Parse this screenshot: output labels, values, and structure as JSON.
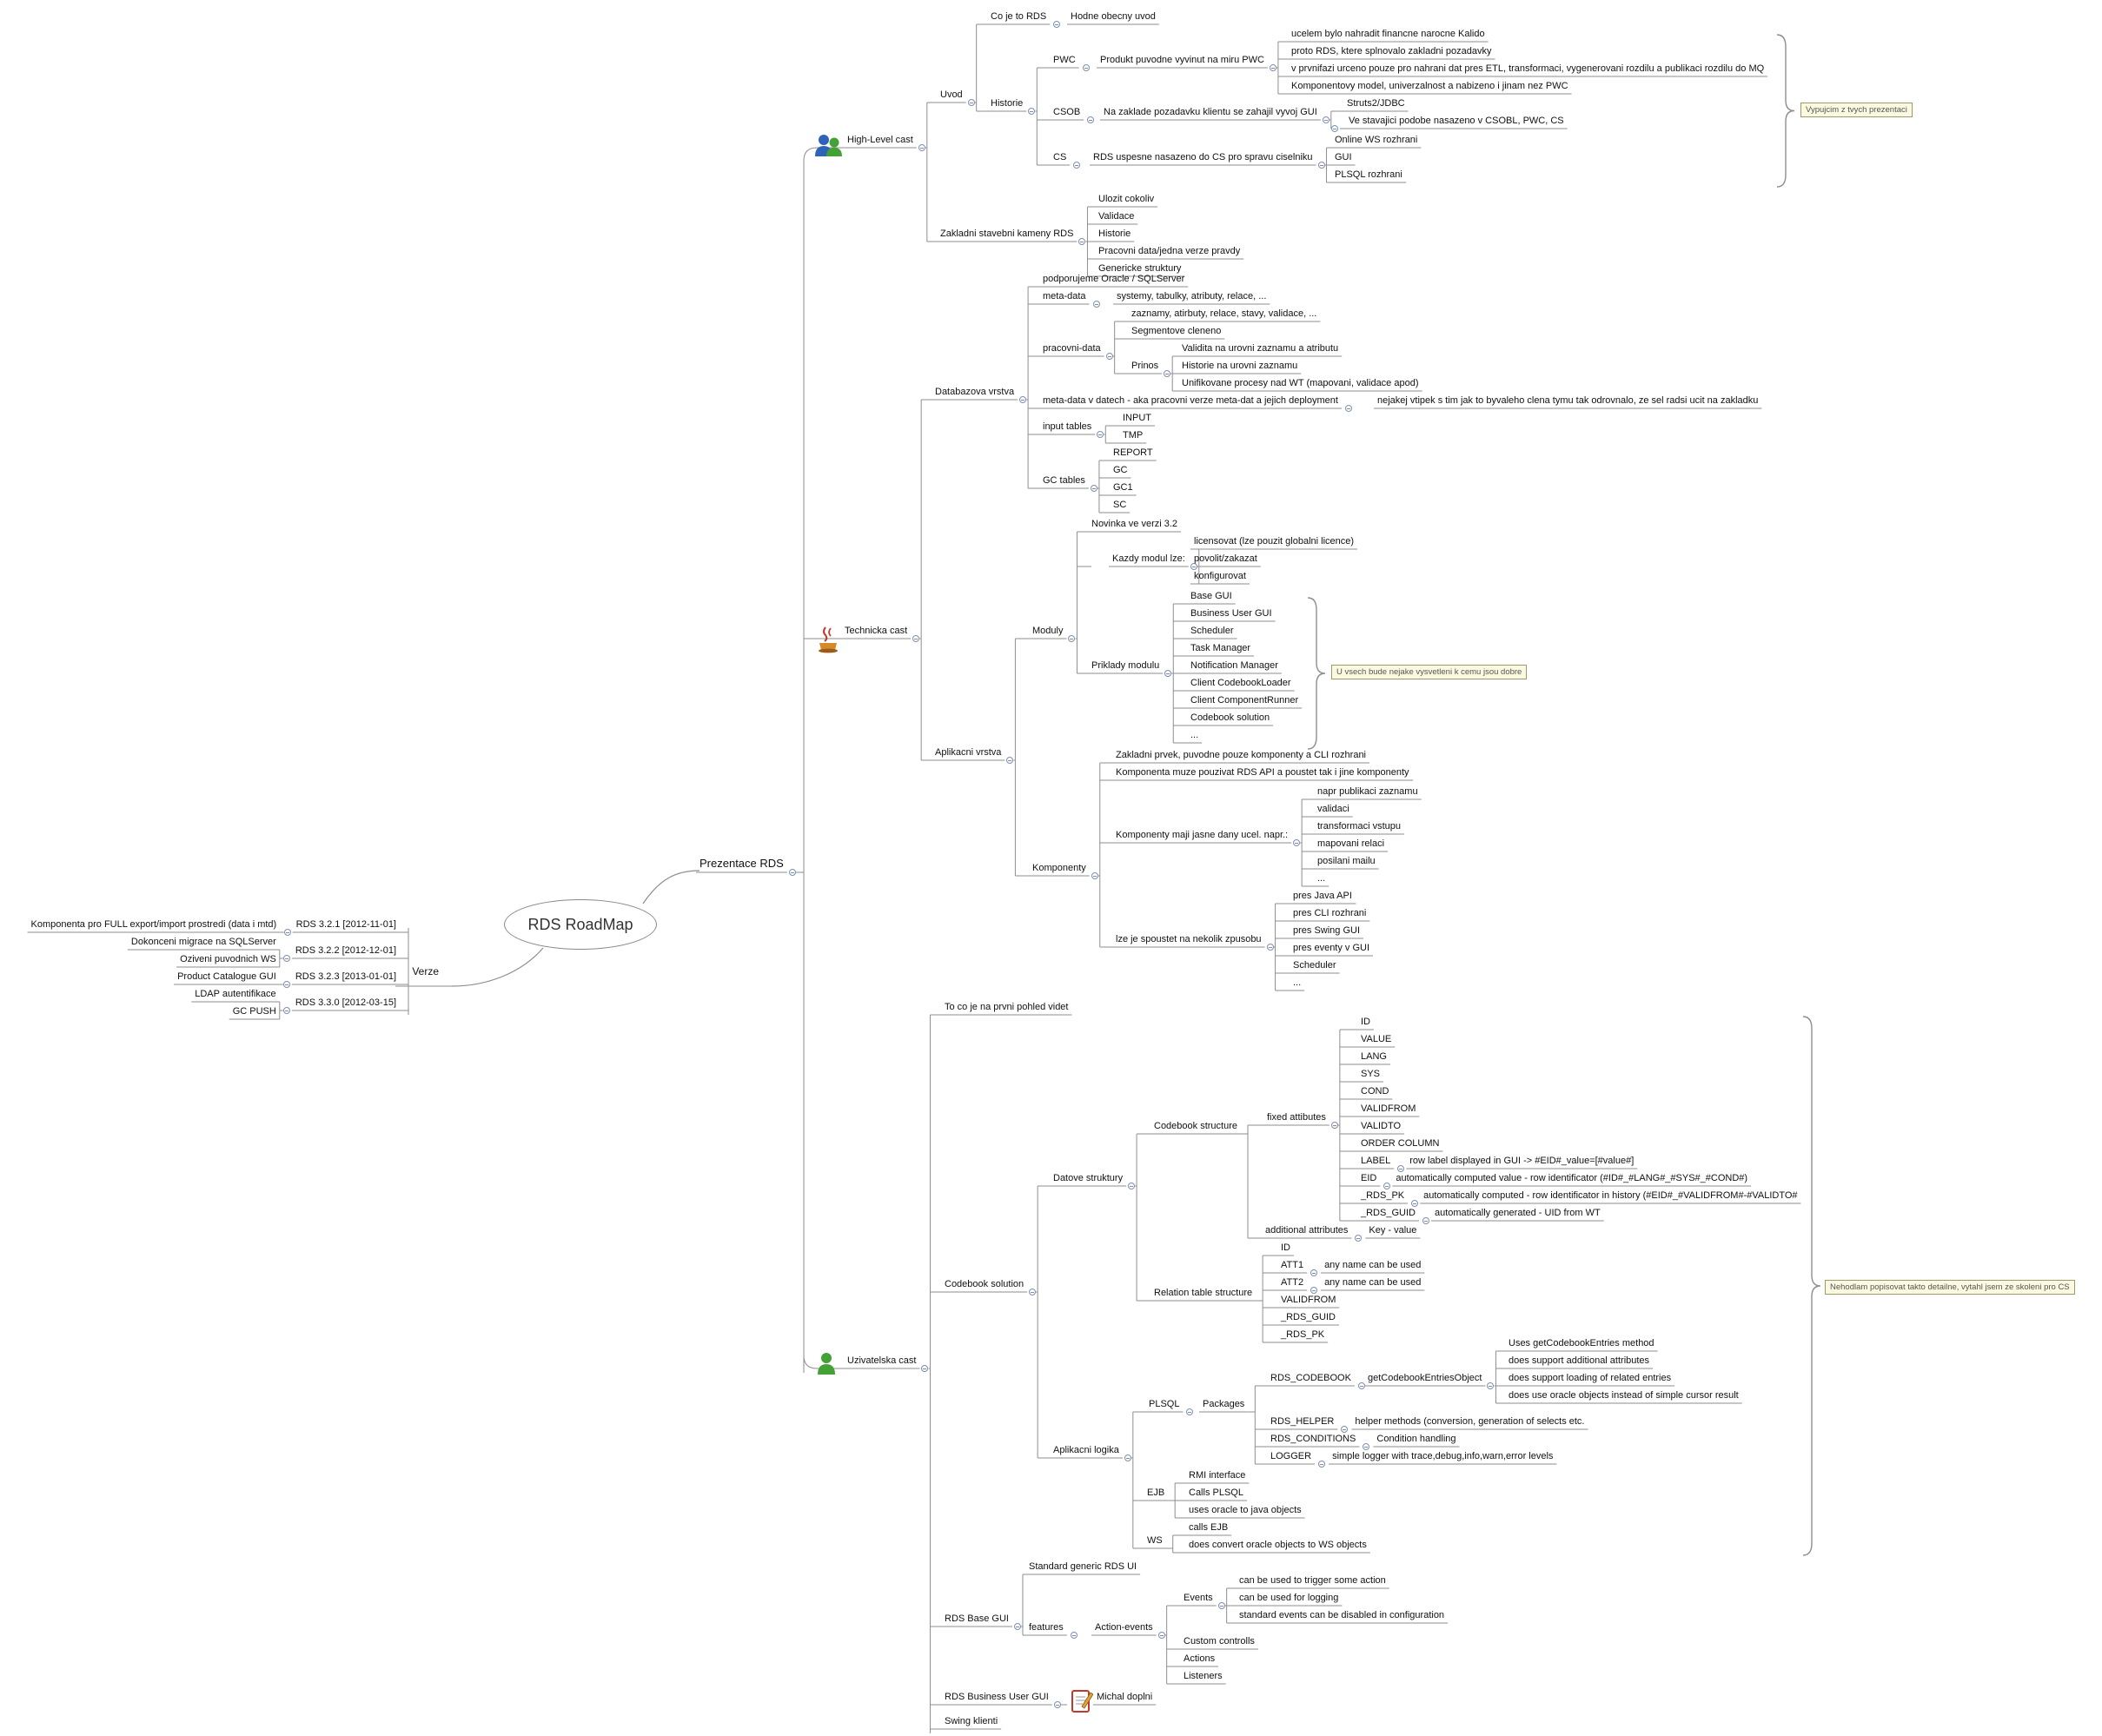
{
  "root": "RDS RoadMap",
  "versions": {
    "label": "Verze",
    "items": [
      {
        "label": "RDS 3.2.1 [2012-11-01]",
        "children": [
          "Komponenta pro FULL export/import prostredi (data i mtd)"
        ]
      },
      {
        "label": "RDS 3.2.2 [2012-12-01]",
        "children": [
          "Dokonceni migrace na SQLServer",
          "Oziveni puvodnich WS"
        ]
      },
      {
        "label": "RDS 3.2.3 [2013-01-01]",
        "children": [
          "Product Catalogue GUI"
        ]
      },
      {
        "label": "RDS 3.3.0 [2012-03-15]",
        "children": [
          "LDAP autentifikace",
          "GC PUSH"
        ]
      }
    ]
  },
  "prezentace": "Prezentace RDS",
  "high_level": {
    "label": "High-Level cast",
    "uvod": "Uvod",
    "co_je": "Co je to RDS",
    "co_je_child": "Hodne obecny uvod",
    "historie": "Historie",
    "pwc": "PWC",
    "pwc_child": "Produkt puvodne vyvinut na miru PWC",
    "pwc_items": [
      "ucelem bylo nahradit financne narocne Kalido",
      "proto RDS, ktere splnovalo zakladni pozadavky",
      "v prvnifazi urceno pouze pro nahrani dat pres ETL, transformaci, vygenerovani rozdilu a publikaci rozdilu do MQ",
      "Komponentovy model, univerzalnost a nabizeno i jinam nez PWC"
    ],
    "csob": "CSOB",
    "csob_child": "Na zaklade pozadavku klientu se zahajil vyvoj GUI",
    "csob_items": [
      "Struts2/JDBC",
      "Ve stavajici podobe nasazeno v CSOBL, PWC, CS"
    ],
    "cs": "CS",
    "cs_child": "RDS uspesne nasazeno do CS pro spravu ciselniku",
    "cs_items": [
      "Online WS rozhrani",
      "GUI",
      "PLSQL rozhrani"
    ],
    "note": "Vypujcim z tvych prezentaci",
    "zaklad": "Zakladni stavebni kameny RDS",
    "zaklad_items": [
      "Ulozit cokoliv",
      "Validace",
      "Historie",
      "Pracovni data/jedna verze pravdy",
      "Genericke struktury"
    ]
  },
  "technicka": {
    "label": "Technicka cast",
    "db": "Databazova vrstva",
    "db_oracle": "podporujeme Oracle / SQLServer",
    "meta": "meta-data",
    "meta_child": "systemy, tabulky, atributy, relace, ...",
    "pracovni": "pracovni-data",
    "pracovni_items": [
      "zaznamy, atirbuty, relace, stavy, validace, ...",
      "Segmentove cleneno"
    ],
    "prinos": "Prinos",
    "prinos_items": [
      "Validita na urovni zaznamu a atributu",
      "Historie na urovni zaznamu",
      "Unifikovane procesy nad WT (mapovani, validace apod)"
    ],
    "meta_v_datech": "meta-data v datech - aka pracovni verze meta-dat a jejich deployment",
    "meta_v_datech_child": "nejakej vtipek s tim jak to byvaleho clena tymu tak odrovnalo, ze sel radsi ucit na zakladku",
    "input": "input tables",
    "input_items": [
      "INPUT",
      "TMP"
    ],
    "gc": "GC tables",
    "gc_items": [
      "REPORT",
      "GC",
      "GC1",
      "SC"
    ],
    "app": "Aplikacni vrstva",
    "moduly": "Moduly",
    "novinka": "Novinka ve verzi 3.2",
    "kazdy": "Kazdy modul lze:",
    "kazdy_items": [
      "licensovat (lze pouzit globalni licence)",
      "povolit/zakazat",
      "konfigurovat"
    ],
    "priklady": "Priklady modulu",
    "priklady_items": [
      "Base GUI",
      "Business User GUI",
      "Scheduler",
      "Task Manager",
      "Notification Manager",
      "Client CodebookLoader",
      "Client ComponentRunner",
      "Codebook solution",
      "..."
    ],
    "priklady_note": "U vsech bude nejake vysvetleni k cemu jsou dobre",
    "komponenty": "Komponenty",
    "komp_items": [
      "Zakladni prvek, puvodne pouze komponenty a CLI rozhrani",
      "Komponenta muze pouzivat RDS API a poustet tak i jine komponenty"
    ],
    "ucel": "Komponenty maji jasne dany ucel. napr.:",
    "ucel_items": [
      "napr publikaci zaznamu",
      "validaci",
      "transformaci vstupu",
      "mapovani relaci",
      "posilani mailu",
      "..."
    ],
    "spoustet": "lze je spoustet na nekolik zpusobu",
    "spoustet_items": [
      "pres Java API",
      "pres CLI rozhrani",
      "pres Swing GUI",
      "pres eventy v GUI",
      "Scheduler",
      "..."
    ]
  },
  "uzivatelska": {
    "label": "Uzivatelska cast",
    "prvni": "To co je na prvni pohled videt",
    "codebook": "Codebook solution",
    "datove": "Datove struktury",
    "cb_struct": "Codebook structure",
    "fixed": "fixed attibutes",
    "fixed_items": [
      "ID",
      "VALUE",
      "LANG",
      "SYS",
      "COND",
      "VALIDFROM",
      "VALIDTO",
      "ORDER COLUMN"
    ],
    "fixed_kv": [
      {
        "k": "LABEL",
        "v": "row label displayed in GUI -> #EID#_value=[#value#]"
      },
      {
        "k": "EID",
        "v": "automatically computed value - row identificator (#ID#_#LANG#_#SYS#_#COND#)"
      },
      {
        "k": "_RDS_PK",
        "v": "automatically computed - row identificator in history (#EID#_#VALIDFROM#-#VALIDTO#"
      },
      {
        "k": "_RDS_GUID",
        "v": "automatically generated - UID from WT"
      }
    ],
    "additional": "additional attributes",
    "additional_child": "Key - value",
    "rel_struct": "Relation table structure",
    "rel_id": "ID",
    "rel_att1": "ATT1",
    "rel_att2": "ATT2",
    "rel_any": "any name can be used",
    "rel_rest": [
      "VALIDFROM",
      "_RDS_GUID",
      "_RDS_PK"
    ],
    "logika": "Aplikacni logika",
    "plsql": "PLSQL",
    "packages": "Packages",
    "rds_codebook": "RDS_CODEBOOK",
    "get_entries": "getCodebookEntriesObject",
    "get_entries_items": [
      "Uses getCodebookEntries method",
      "does support additional attributes",
      "does support loading of related entries",
      "does use oracle objects instead of simple cursor result"
    ],
    "rds_helper": "RDS_HELPER",
    "rds_helper_child": "helper methods (conversion, generation of selects etc.",
    "rds_cond": "RDS_CONDITIONS",
    "rds_cond_child": "Condition handling",
    "logger": "LOGGER",
    "logger_child": "simple logger with trace,debug,info,warn,error levels",
    "ejb": "EJB",
    "ejb_items": [
      "RMI interface",
      "Calls PLSQL",
      "uses oracle to java objects"
    ],
    "ws": "WS",
    "ws_items": [
      "calls EJB",
      "does convert oracle objects to WS objects"
    ],
    "note": "Nehodlam popisovat takto detailne, vytahl jsem ze skoleni pro CS",
    "base_gui": "RDS Base GUI",
    "standard": "Standard generic RDS UI",
    "features": "features",
    "action": "Action-events",
    "events": "Events",
    "events_items": [
      "can be used to trigger some action",
      "can be used for logging",
      "standard events can be disabled in configuration"
    ],
    "action_items": [
      "Custom controlls",
      "Actions",
      "Listeners"
    ],
    "business_gui": "RDS Business User GUI",
    "michal": "Michal doplni",
    "swing": "Swing klienti"
  },
  "colors": {
    "line": "#8e8e8e",
    "toggle": "#7d8fb0",
    "note_bg": "#fbfae0"
  }
}
